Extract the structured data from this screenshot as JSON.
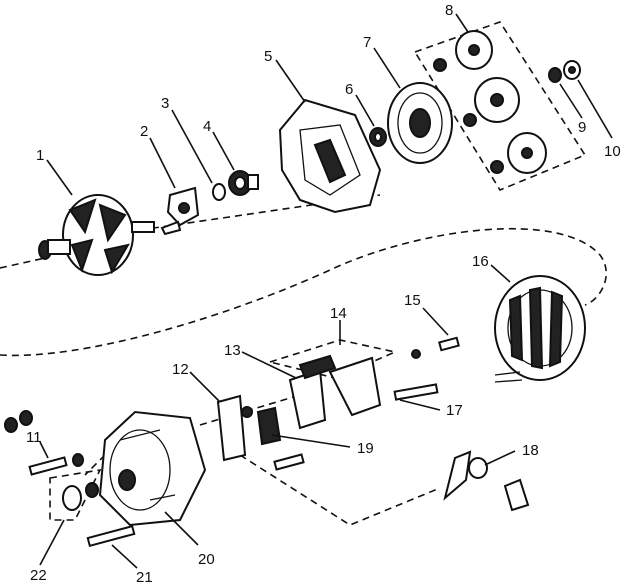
{
  "diagram": {
    "callouts": [
      {
        "id": "c1",
        "label": "1"
      },
      {
        "id": "c2",
        "label": "2"
      },
      {
        "id": "c3",
        "label": "3"
      },
      {
        "id": "c4",
        "label": "4"
      },
      {
        "id": "c5",
        "label": "5"
      },
      {
        "id": "c6",
        "label": "6"
      },
      {
        "id": "c7",
        "label": "7"
      },
      {
        "id": "c8",
        "label": "8"
      },
      {
        "id": "c9",
        "label": "9"
      },
      {
        "id": "c10",
        "label": "10"
      },
      {
        "id": "c11",
        "label": "11"
      },
      {
        "id": "c12",
        "label": "12"
      },
      {
        "id": "c13",
        "label": "13"
      },
      {
        "id": "c14",
        "label": "14"
      },
      {
        "id": "c15",
        "label": "15"
      },
      {
        "id": "c16",
        "label": "16"
      },
      {
        "id": "c17",
        "label": "17"
      },
      {
        "id": "c18",
        "label": "18"
      },
      {
        "id": "c19",
        "label": "19"
      },
      {
        "id": "c20",
        "label": "20"
      },
      {
        "id": "c21",
        "label": "21"
      },
      {
        "id": "c22",
        "label": "22"
      }
    ]
  }
}
